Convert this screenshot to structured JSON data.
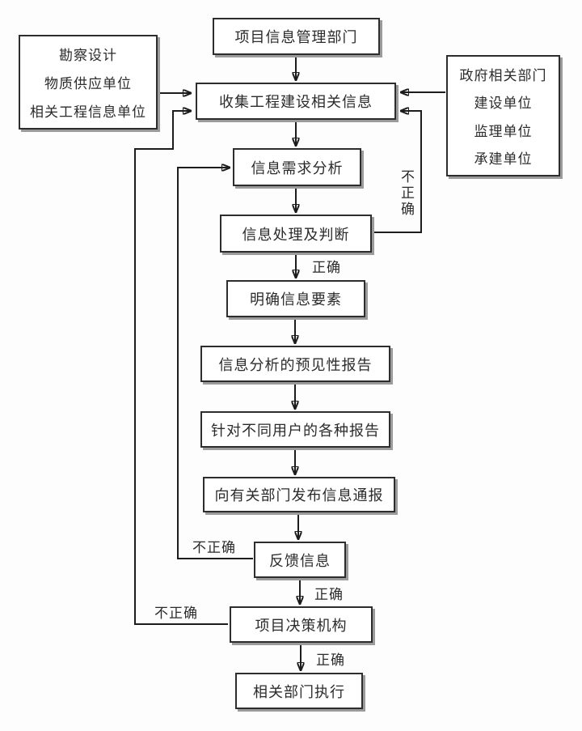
{
  "nodes": {
    "project_info_dept": {
      "label": "项目信息管理部门"
    },
    "left_sources": {
      "lines": [
        "勘察设计",
        "物质供应单位",
        "相关工程信息单位"
      ]
    },
    "right_sources": {
      "lines": [
        "政府相关部门",
        "建设单位",
        "监理单位",
        "承建单位"
      ]
    },
    "collect_info": {
      "label": "收集工程建设相关信息"
    },
    "demand_analysis": {
      "label": "信息需求分析"
    },
    "process_judge": {
      "label": "信息处理及判断"
    },
    "clarify_elements": {
      "label": "明确信息要素"
    },
    "foresight_report": {
      "label": "信息分析的预见性报告"
    },
    "user_reports": {
      "label": "针对不同用户的各种报告"
    },
    "publish_notice": {
      "label": "向有关部门发布信息通报"
    },
    "feedback_info": {
      "label": "反馈信息"
    },
    "decision_body": {
      "label": "项目决策机构"
    },
    "dept_execute": {
      "label": "相关部门执行"
    }
  },
  "edge_labels": {
    "process_incorrect": "不正确",
    "process_correct": "正确",
    "feedback_incorrect": "不正确",
    "feedback_correct": "正确",
    "decision_incorrect": "不正确",
    "decision_correct": "正确"
  },
  "colors": {
    "background": "#fdfdfd",
    "line": "#1c1c1c",
    "box_border": "#2d2d2d",
    "box_fill": "#ffffff",
    "box_shadow": "#9b9b9b",
    "text": "#2b2b2b"
  }
}
